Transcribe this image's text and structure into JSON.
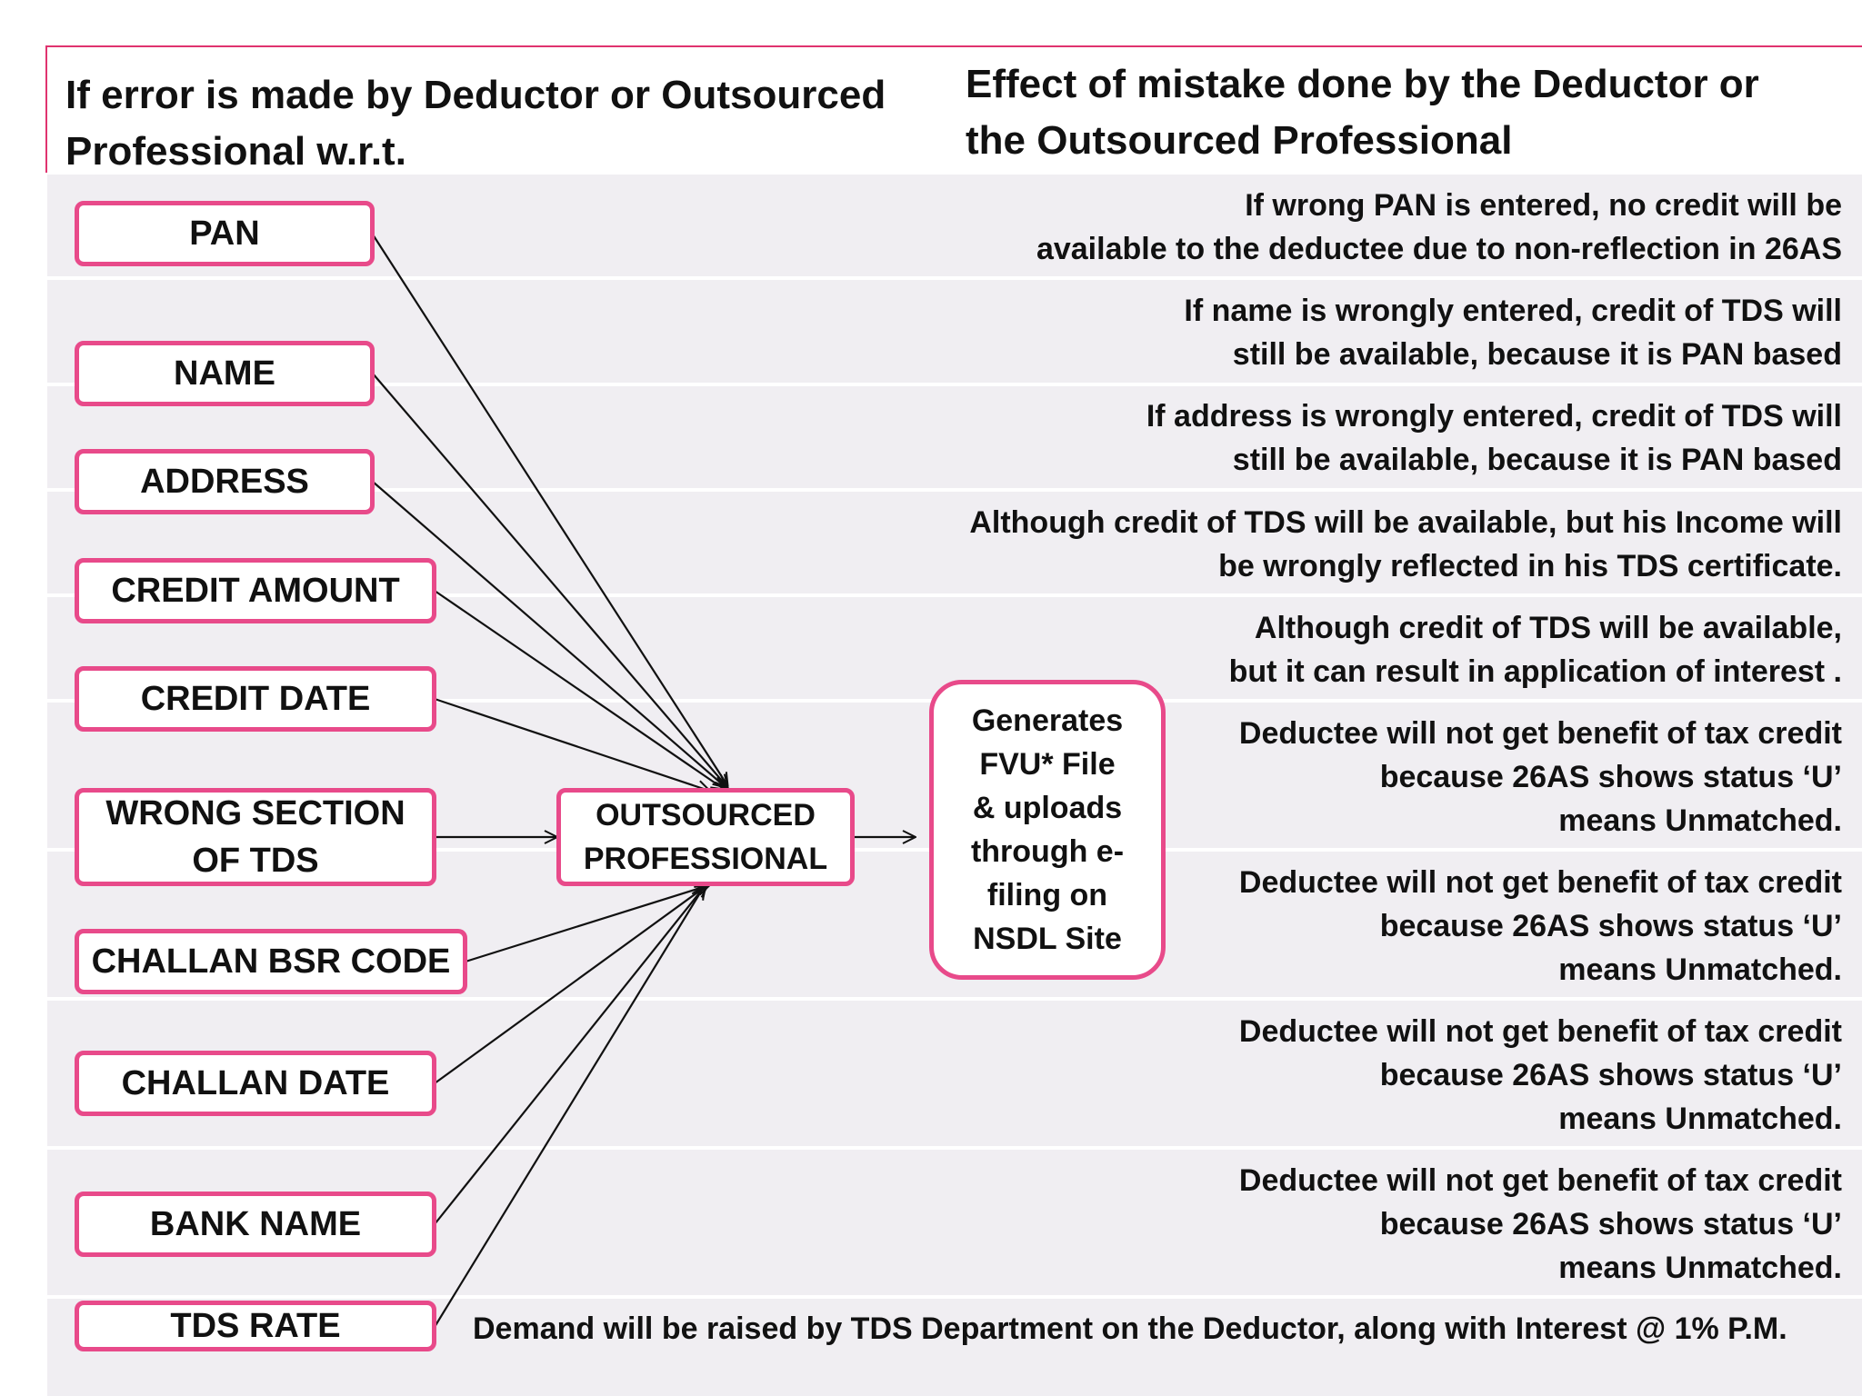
{
  "header": {
    "left_line1": "If error is made by Deductor  or Outsourced",
    "left_line2": "Professional  w.r.t.",
    "right_line1": "Effect  of  mistake  done by the Deductor or",
    "right_line2": "the Outsourced Professional"
  },
  "fields": [
    {
      "label": "PAN"
    },
    {
      "label": "NAME"
    },
    {
      "label": "ADDRESS"
    },
    {
      "label": "CREDIT AMOUNT"
    },
    {
      "label": "CREDIT DATE"
    },
    {
      "label": "WRONG SECTION\nOF TDS"
    },
    {
      "label": "CHALLAN BSR CODE"
    },
    {
      "label": "CHALLAN DATE"
    },
    {
      "label": "BANK NAME"
    },
    {
      "label": "TDS RATE"
    }
  ],
  "center": {
    "professional": "OUTSOURCED\nPROFESSIONAL",
    "generates": "Generates\nFVU* File\n& uploads\nthrough e-\nfiling on\nNSDL Site"
  },
  "effects": [
    "If wrong  PAN is entered, no credit will be\navailable to the deductee due to non-reflection in 26AS",
    "If name  is wrongly entered, credit of TDS will\nstill be available, because it is PAN based",
    "If address is wrongly entered, credit of TDS will\nstill be available, because it is PAN based",
    "Although credit of TDS will be available, but his Income will\nbe wrongly reflected in his TDS certificate.",
    "Although credit of TDS will be available,\nbut it can result in application of interest .",
    "Deductee will not get benefit of tax credit\nbecause 26AS shows status ‘U’\nmeans Unmatched.",
    "Deductee will not get benefit of tax credit\nbecause 26AS shows status ‘U’\nmeans Unmatched.",
    "Deductee will not get benefit of tax credit\nbecause 26AS shows status ‘U’\nmeans Unmatched.",
    "Deductee will not get benefit of tax credit\nbecause 26AS shows status ‘U’\nmeans Unmatched.",
    "Demand will be raised by TDS Department on  the Deductor,  along with Interest @ 1% P.M."
  ],
  "colors": {
    "box_border": "#e84a8a",
    "header_border": "#e0336f",
    "band": "#f0eef2"
  }
}
